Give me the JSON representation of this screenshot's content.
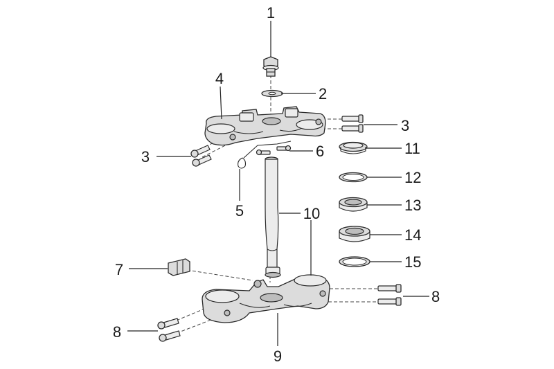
{
  "diagram": {
    "callouts": [
      {
        "id": "c1",
        "label": "1"
      },
      {
        "id": "c2",
        "label": "2"
      },
      {
        "id": "c3a",
        "label": "3"
      },
      {
        "id": "c3b",
        "label": "3"
      },
      {
        "id": "c4",
        "label": "4"
      },
      {
        "id": "c5",
        "label": "5"
      },
      {
        "id": "c6",
        "label": "6"
      },
      {
        "id": "c7",
        "label": "7"
      },
      {
        "id": "c8a",
        "label": "8"
      },
      {
        "id": "c8b",
        "label": "8"
      },
      {
        "id": "c9",
        "label": "9"
      },
      {
        "id": "c10",
        "label": "10"
      },
      {
        "id": "c11",
        "label": "11"
      },
      {
        "id": "c12",
        "label": "12"
      },
      {
        "id": "c13",
        "label": "13"
      },
      {
        "id": "c14",
        "label": "14"
      },
      {
        "id": "c15",
        "label": "15"
      }
    ]
  }
}
